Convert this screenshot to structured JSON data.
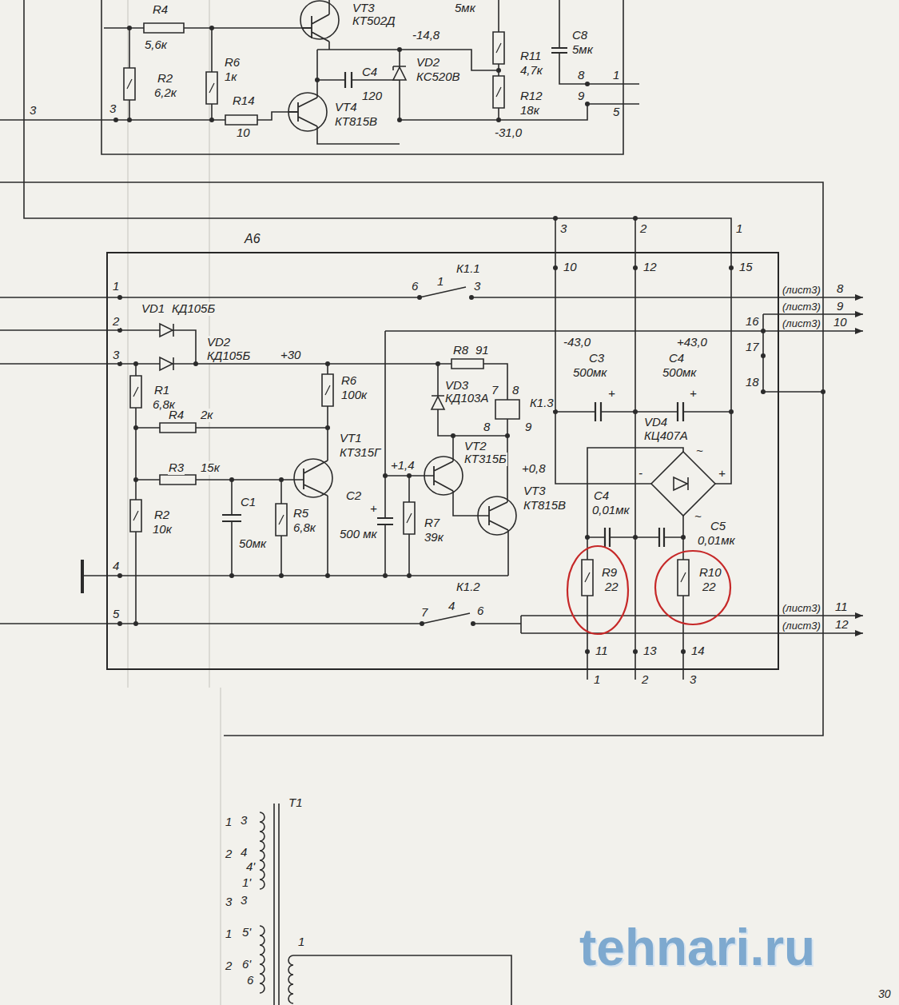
{
  "diagram": {
    "nodes": [
      {
        "text": [
          "A6"
        ]
      }
    ],
    "labels": [
      "R4",
      "5,6к",
      "VT3",
      "КТ502Д",
      "5мк",
      "-14,8",
      "R6",
      "1к",
      "R2",
      "6,2к",
      "R14",
      "10",
      "C4",
      "120",
      "VT4",
      "КТ815В",
      "VD2",
      "КС520В",
      "R11",
      "4,7к",
      "C8",
      "5мк",
      "R12",
      "18к",
      "8",
      "9",
      "1",
      "5",
      "-31,0",
      "3",
      "3",
      "1",
      "2",
      "3",
      "4",
      "5",
      "VD1",
      "КД105Б",
      "VD2",
      "КД105Б",
      "+30",
      "R1",
      "6,8к",
      "R4",
      "2к",
      "R3",
      "15к",
      "R2",
      "10к",
      "C1",
      "50мк",
      "R5",
      "6,8к",
      "R6",
      "100к",
      "VT1",
      "КТ315Г",
      "VD3",
      "КД103А",
      "+1,4",
      "C2",
      "500 мк",
      "+",
      "R7",
      "39к",
      "R8",
      "91",
      "7",
      "8",
      "К1.3",
      "8",
      "9",
      "VT2",
      "КТ315Б",
      "+0,8",
      "VT3",
      "КТ815В",
      "К1.1",
      "6",
      "1",
      "3",
      "К1.2",
      "7",
      "4",
      "6",
      "3",
      "2",
      "1",
      "10",
      "12",
      "15",
      "-43,0",
      "+43,0",
      "C3",
      "500мк",
      "+",
      "C4",
      "500мк",
      "+",
      "VD4",
      "КЦ407А",
      "~",
      "-",
      "+",
      "~",
      "C4",
      "0,01мк",
      "C5",
      "0,01мк",
      "R9",
      "22",
      "R10",
      "22",
      "11",
      "13",
      "14",
      "1",
      "2",
      "3",
      "16",
      "17",
      "18",
      "(лист3)",
      "8",
      "(лист3)",
      "9",
      "(лист3)",
      "10",
      "(лист3)",
      "11",
      "(лист3)",
      "12",
      "T1",
      "1",
      "3",
      "2",
      "4",
      "4'",
      "1'",
      "3",
      "3",
      "1",
      "5'",
      "2",
      "6'",
      "6",
      "1",
      "tehnari.ru",
      "30"
    ]
  }
}
